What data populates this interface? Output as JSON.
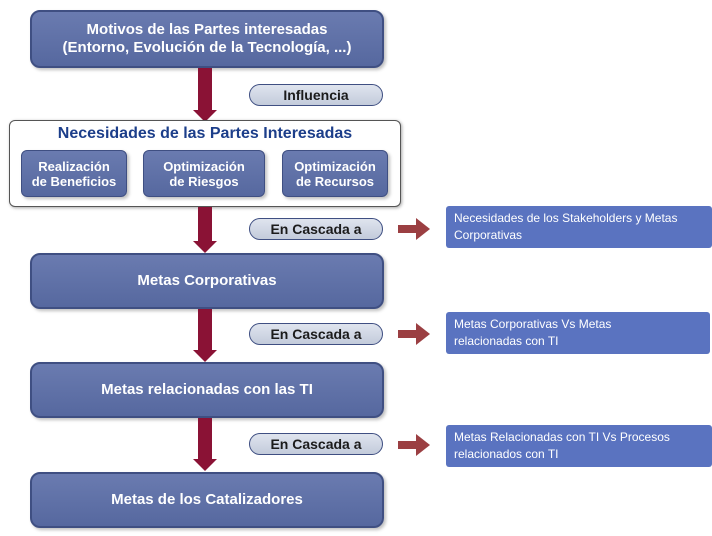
{
  "stakeholder_drivers": {
    "line1": "Motivos de las Partes interesadas",
    "line2": "(Entorno, Evolución de la Tecnología, ...)"
  },
  "influence_label": "Influencia",
  "stakeholder_needs": {
    "title": "Necesidades de las Partes Interesadas",
    "items": [
      {
        "line1": "Realización",
        "line2": "de Beneficios"
      },
      {
        "line1": "Optimización",
        "line2": "de Riesgos"
      },
      {
        "line1": "Optimización",
        "line2": "de Recursos"
      }
    ]
  },
  "cascade_labels": [
    "En Cascada a",
    "En Cascada a",
    "En Cascada a"
  ],
  "goals": {
    "corporate": "Metas Corporativas",
    "it_related": "Metas relacionadas con las TI",
    "enablers": "Metas de los Catalizadores"
  },
  "notes": [
    {
      "line1": "Necesidades  de los Stakeholders  y Metas",
      "line2": "Corporativas"
    },
    {
      "line1": "Metas Corporativas Vs Metas",
      "line2": "relacionadas con TI"
    },
    {
      "line1": "Metas Relacionadas con TI Vs Procesos",
      "line2": "relacionados con TI"
    }
  ],
  "colors": {
    "box_fill": "#5e70a8",
    "title_text": "#1c3e8a",
    "down_arrow": "#8a1235",
    "side_arrow": "#9b3f42",
    "note_fill": "#5a73c0"
  }
}
